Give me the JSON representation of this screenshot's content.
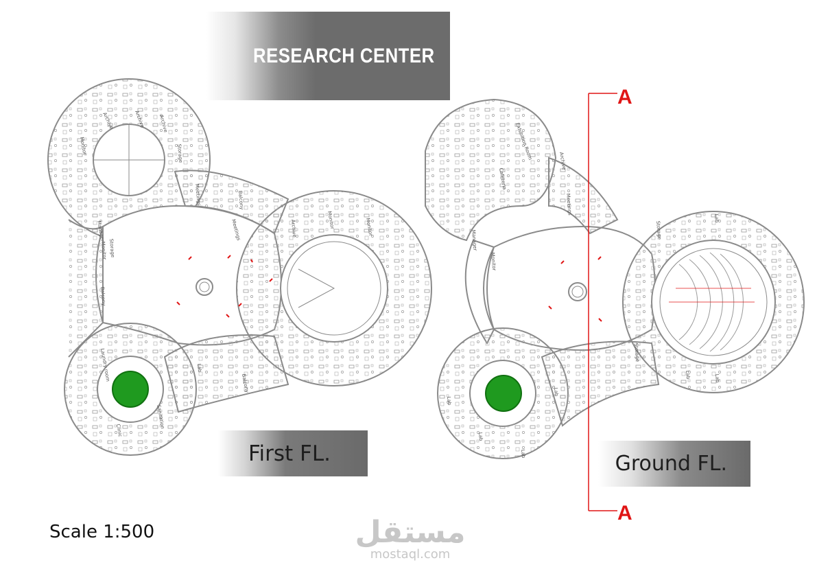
{
  "title": "RESEARCH CENTER",
  "first_floor": {
    "caption": "First FL.",
    "room_labels": [
      "Archive",
      "Archive",
      "Archive",
      "Monitor",
      "Storage",
      "Meetings",
      "Balcony",
      "Meetings",
      "Monitor",
      "Monitor",
      "Archive",
      "Manager",
      "Storage",
      "Monitor",
      "Balcony",
      "Laundry room",
      "Balcony",
      "Lab",
      "Clinic",
      "Sanitation"
    ]
  },
  "ground_floor": {
    "caption": "Ground FL.",
    "room_labels": [
      "Cafeteria",
      "Exhibition Room",
      "Meetings",
      "Archive",
      "Manager",
      "Storage",
      "Lab",
      "Storage",
      "Lab",
      "Lab",
      "Monitor",
      "Lab",
      "Lab",
      "Lab",
      "Lab"
    ]
  },
  "section_marker": {
    "label_top": "A",
    "label_bottom": "A",
    "color": "#e01515"
  },
  "scale": "Scale 1:500",
  "watermark": {
    "arabic": "مستقل",
    "latin": "mostaql.com"
  },
  "colors": {
    "courtyard": "#1f9a1f",
    "walls": "#8a8a8a",
    "accent": "#e01515",
    "banner": "#6c6c6c"
  }
}
